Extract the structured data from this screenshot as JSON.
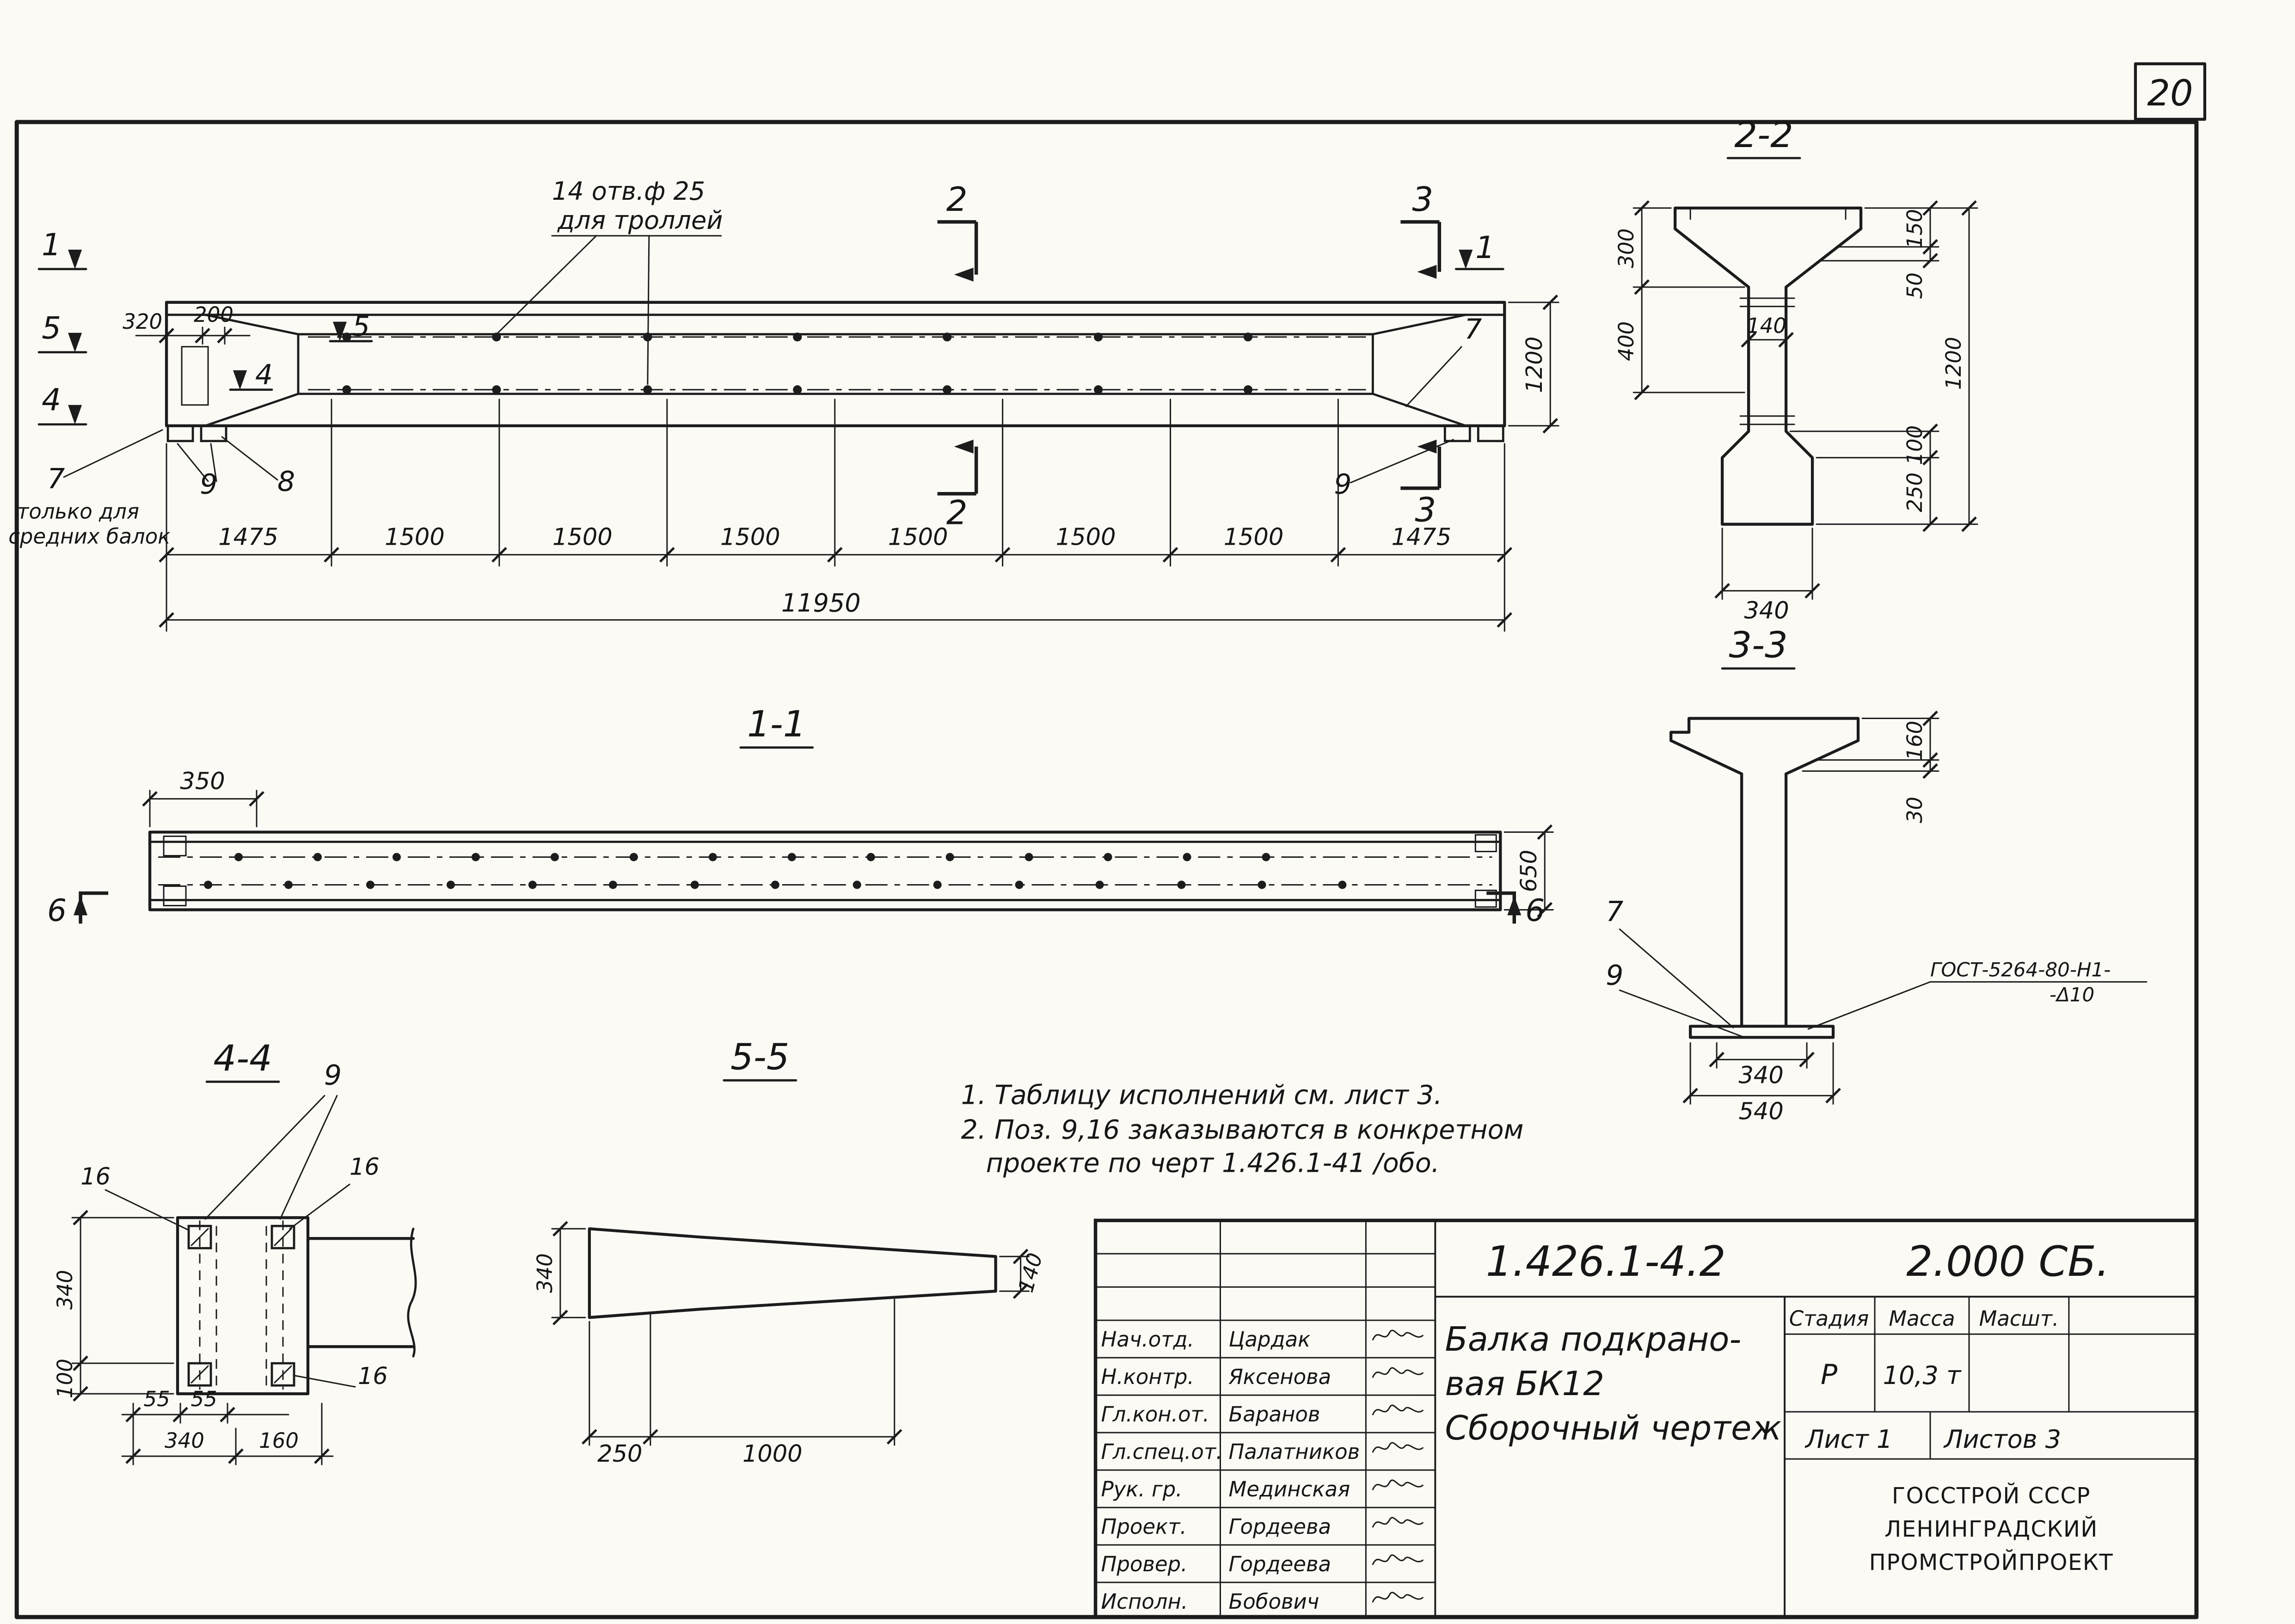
{
  "sheet": {
    "page_number": "20"
  },
  "main_view": {
    "trolley_note_line1": "14 отв.ф 25",
    "trolley_note_line2": "для троллей",
    "marker_1": "1",
    "marker_5": "5",
    "marker_4": "4",
    "marker_2": "2",
    "marker_3": "3",
    "callout_7": "7",
    "callout_9": "9",
    "callout_8": "8",
    "only_note_line1": "только для",
    "only_note_line2": "средних балок",
    "dim_320": "320",
    "dim_200": "200",
    "dim_1200": "1200",
    "dims_spacing": [
      "1475",
      "1500",
      "1500",
      "1500",
      "1500",
      "1500",
      "1500",
      "1475"
    ],
    "dim_total": "11950"
  },
  "section_2_2": {
    "title": "2-2",
    "dim_300": "300",
    "dim_400": "400",
    "dim_150": "150",
    "dim_50": "50",
    "dim_140": "140",
    "dim_100": "100",
    "dim_250": "250",
    "dim_1200": "1200",
    "dim_340": "340"
  },
  "section_1_1": {
    "title": "1-1",
    "dim_350": "350",
    "dim_650": "650",
    "marker_6": "6"
  },
  "section_3_3": {
    "title": "3-3",
    "dim_160": "160",
    "dim_30": "30",
    "callout_7": "7",
    "callout_9": "9",
    "weld_label_line1": "ГОСТ-5264-80-Н1-",
    "weld_label_line2": "-Δ10",
    "dim_340": "340",
    "dim_540": "540"
  },
  "section_4_4": {
    "title": "4-4",
    "callout_9": "9",
    "callout_16": "16",
    "dim_340_left": "340",
    "dim_100": "100",
    "dim_55": "55",
    "dim_340_bottom": "340",
    "dim_160": "160"
  },
  "section_5_5": {
    "title": "5-5",
    "dim_340": "340",
    "dim_140": "140",
    "dim_250": "250",
    "dim_1000": "1000"
  },
  "notes": {
    "line1": "1. Таблицу исполнений  см. лист 3.",
    "line2": "2. Поз. 9,16 заказываются в конкретном",
    "line3": "проекте по черт 1.426.1-41 /обо."
  },
  "title_block": {
    "doc_number": "1.426.1-4.2",
    "doc_code": "2.000 СБ.",
    "signature_rows": [
      {
        "role": "Нач.отд.",
        "name": "Цардак"
      },
      {
        "role": "Н.контр.",
        "name": "Яксенова"
      },
      {
        "role": "Гл.кон.от.",
        "name": "Баранов"
      },
      {
        "role": "Гл.спец.от.",
        "name": "Палатников"
      },
      {
        "role": "Рук. гр.",
        "name": "Мединская"
      },
      {
        "role": "Проект.",
        "name": "Гордеева"
      },
      {
        "role": "Провер.",
        "name": "Гордеева"
      },
      {
        "role": "Исполн.",
        "name": "Бобович"
      }
    ],
    "title_line1": "Балка  подкрано-",
    "title_line2": "вая  БК12",
    "title_line3": "Сборочный  чертеж",
    "stage_header": "Стадия",
    "mass_header": "Масса",
    "scale_header": "Масшт.",
    "stage_value": "Р",
    "mass_value": "10,3 т",
    "sheet_label": "Лист 1",
    "sheets_total_label": "Листов 3",
    "org_line1": "ГОССТРОЙ СССР",
    "org_line2": "ЛЕНИНГРАДСКИЙ",
    "org_line3": "ПРОМСТРОЙПРОЕКТ"
  }
}
